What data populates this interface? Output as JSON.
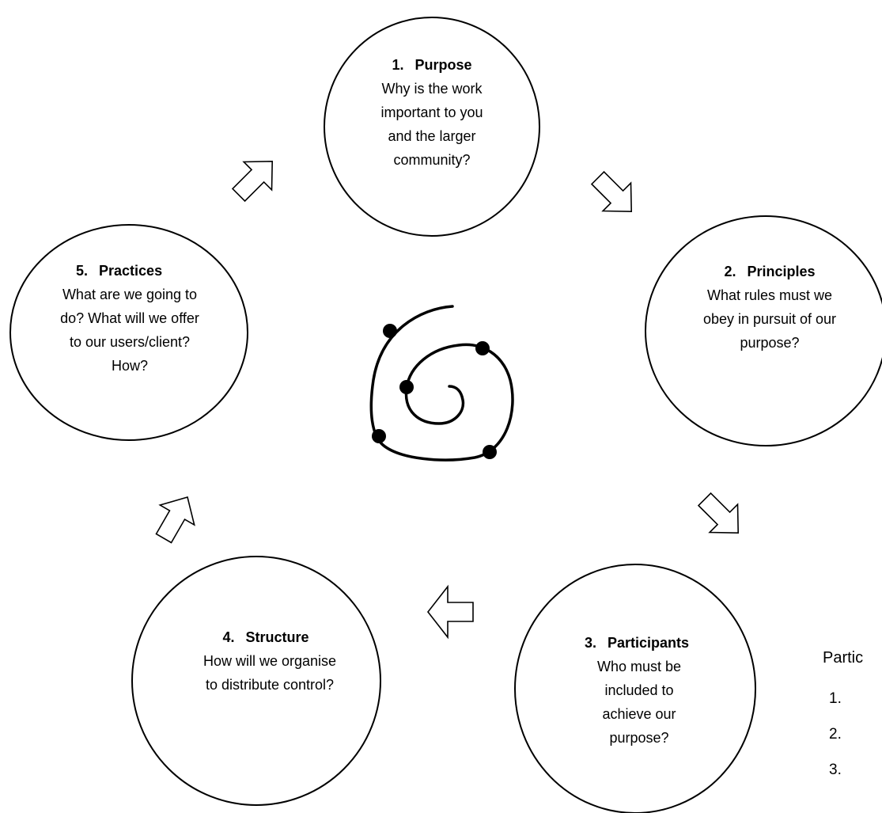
{
  "nodes": [
    {
      "number": "1.",
      "title": "Purpose",
      "body": "Why is the work important to you and the larger community?"
    },
    {
      "number": "2.",
      "title": "Principles",
      "body": "What rules must we obey in pursuit of our purpose?"
    },
    {
      "number": "3.",
      "title": "Participants",
      "body": "Who must be included to achieve our purpose?"
    },
    {
      "number": "4.",
      "title": "Structure",
      "body": "How will we organise to distribute control?"
    },
    {
      "number": "5.",
      "title": "Practices",
      "body": "What are we going to do? What will we offer to our users/client? How?"
    }
  ],
  "side_note": {
    "label": "Partic",
    "items": [
      "1.",
      "2.",
      "3."
    ]
  },
  "colors": {
    "stroke": "#000000",
    "fill": "#ffffff"
  },
  "center_icon": "spiral-icon"
}
